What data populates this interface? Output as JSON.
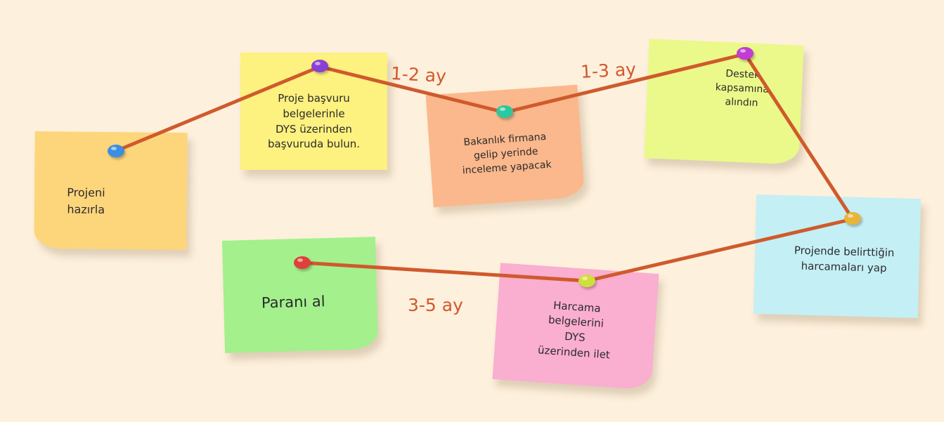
{
  "notes": [
    {
      "id": "projeni-hazirla",
      "text": "Projeni\nhazırla",
      "color": "#fdd67c",
      "pin_color": "#3a8fe0"
    },
    {
      "id": "basvuru",
      "text": "Proje başvuru\nbelgelerinle\nDYS üzerinden\nbaşvuruda bulun.",
      "color": "#fdf17f",
      "pin_color": "#8a3fd6"
    },
    {
      "id": "inceleme",
      "text": "Bakanlık firmana\ngelip yerinde\ninceleme yapacak",
      "color": "#fbb88c",
      "pin_color": "#2fc7a0"
    },
    {
      "id": "destek",
      "text": "Destek\nkapsamına\nalındın",
      "color": "#eaf98a",
      "pin_color": "#c23cd2"
    },
    {
      "id": "harcama-yap",
      "text": "Projende belirttiğin\nharcamaları yap",
      "color": "#c4eff4",
      "pin_color": "#e8b53a"
    },
    {
      "id": "harcama-belge",
      "text": "Harcama\nbelgelerini\nDYS\nüzerinden ilet",
      "color": "#faaed0",
      "pin_color": "#cfe03a"
    },
    {
      "id": "parani-al",
      "text": "Paranı al",
      "color": "#a3f08c",
      "pin_color": "#e0403a"
    }
  ],
  "durations": {
    "step1": "1-2 ay",
    "step2": "1-3 ay",
    "step3": "3-5 ay"
  },
  "connector_color": "#cf5a2c"
}
